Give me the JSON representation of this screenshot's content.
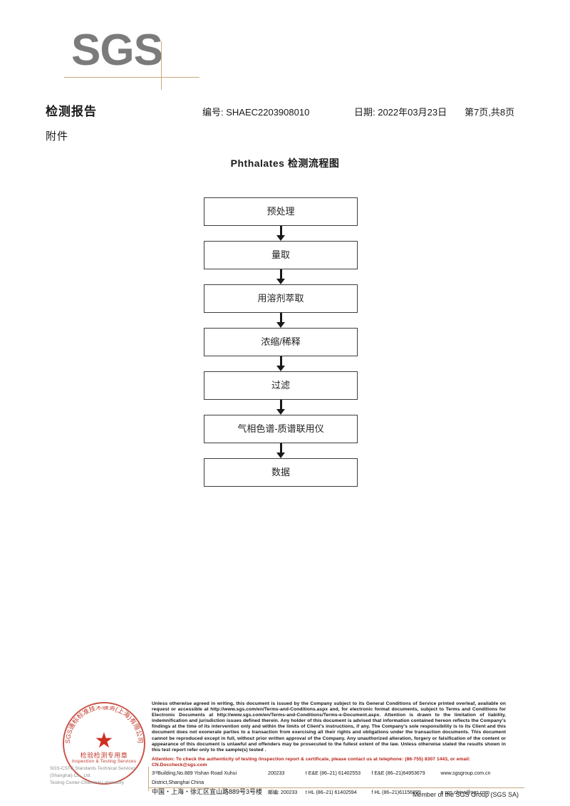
{
  "logo": {
    "text": "SGS"
  },
  "header": {
    "title": "检测报告",
    "attachment_label": "附件",
    "report_no": "编号: SHAEC2203908010",
    "date": "日期: 2022年03月23日",
    "page": "第7页,共8页"
  },
  "flowchart": {
    "title": "Phthalates 检测流程图",
    "steps": [
      {
        "label": "预处理"
      },
      {
        "label": "量取"
      },
      {
        "label": "用溶剂萃取"
      },
      {
        "label": "浓缩/稀释"
      },
      {
        "label": "过滤"
      },
      {
        "label": "气相色谱-质谱联用仪"
      },
      {
        "label": "数据"
      }
    ]
  },
  "seal": {
    "outer_text": "SGS通标标准技术服务(上海)有限公司",
    "center_cn": "检验检测专用章",
    "center_en": "Inspection & Testing Services",
    "color": "#c0392b"
  },
  "footer": {
    "company_lines": [
      "SGS-CSTC Standards Technical Services (Shanghai) Co., Ltd.",
      "Testing Center-Chemical Laboratory"
    ],
    "legal": "Unless otherwise agreed in writing, this document is issued by the Company subject to its General Conditions of Service printed overleaf, available on request or accessible at http://www.sgs.com/en/Terms-and-Conditions.aspx and, for electronic format documents, subject to Terms and Conditions for Electronic Documents at http://www.sgs.com/en/Terms-and-Conditions/Terms-e-Document.aspx. Attention is drawn to the limitation of liability, indemnification and jurisdiction issues defined therein. Any holder of this document is advised that information contained hereon reflects the Company's findings at the time of its intervention only and within the limits of Client's instructions, if any. The Company's sole responsibility is to its Client and this document does not exonerate parties to a transaction from exercising all their rights and obligations under the transaction documents. This document cannot be reproduced except in full, without prior written approval of the Company. Any unauthorized alteration, forgery or falsification of the content or appearance of this document is unlawful and offenders may be prosecuted to the fullest extent of the law. Unless otherwise stated the results shown in this test report refer only to the sample(s) tested .",
    "attention": "Attention: To check the authenticity of testing /inspection report & certificate, please contact us at telephone: (86-755) 8307 1443, or email: CN.Doccheck@sgs.com",
    "address_en": "3ʳᵈBuilding,No.889 Yishan Road Xuhui District,Shanghai China",
    "postcode_en": "200233",
    "address_cn": "中国・上海・徐汇区宜山路889号3号楼",
    "postcode_cn": "邮编: 200233",
    "tel_ee": "t E&E (86–21) 61402553",
    "fax_ee": "f E&E (86–21)64953679",
    "website": "www.sgsgroup.com.cn",
    "tel_hl": "t HL (86–21) 61402594",
    "fax_hl": "f HL (86–21)61156899",
    "email": "e sgs.china@sgs.com",
    "member": "Member of the SGS Group (SGS SA)"
  }
}
